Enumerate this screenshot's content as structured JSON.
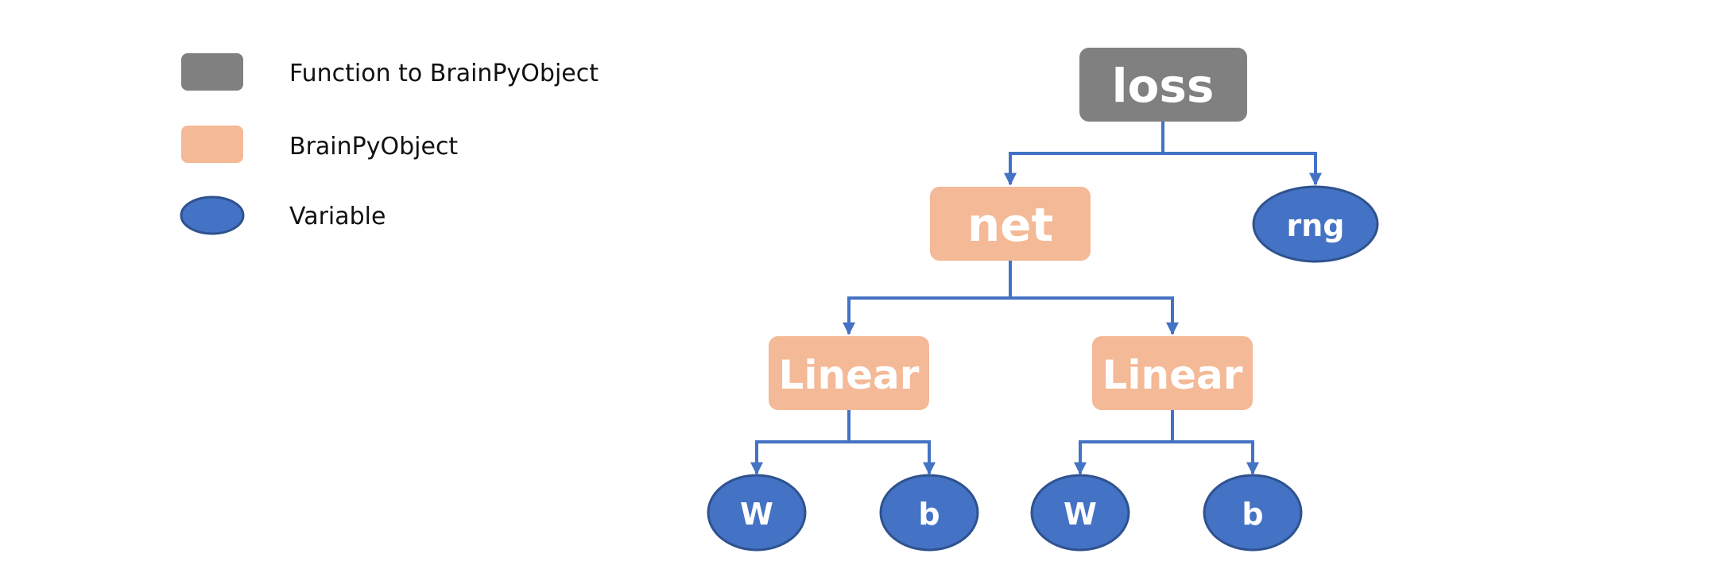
{
  "colors": {
    "function": "#808080",
    "object": "#F4B996",
    "variable": "#4472C4",
    "variable_border": "#2F528F",
    "edge": "#4472C4"
  },
  "legend": {
    "function_label": "Function to BrainPyObject",
    "object_label": "BrainPyObject",
    "variable_label": "Variable"
  },
  "tree": {
    "root": "loss",
    "net": "net",
    "rng": "rng",
    "linear_left": "Linear",
    "linear_right": "Linear",
    "w_left": "W",
    "b_left": "b",
    "w_right": "W",
    "b_right": "b"
  }
}
